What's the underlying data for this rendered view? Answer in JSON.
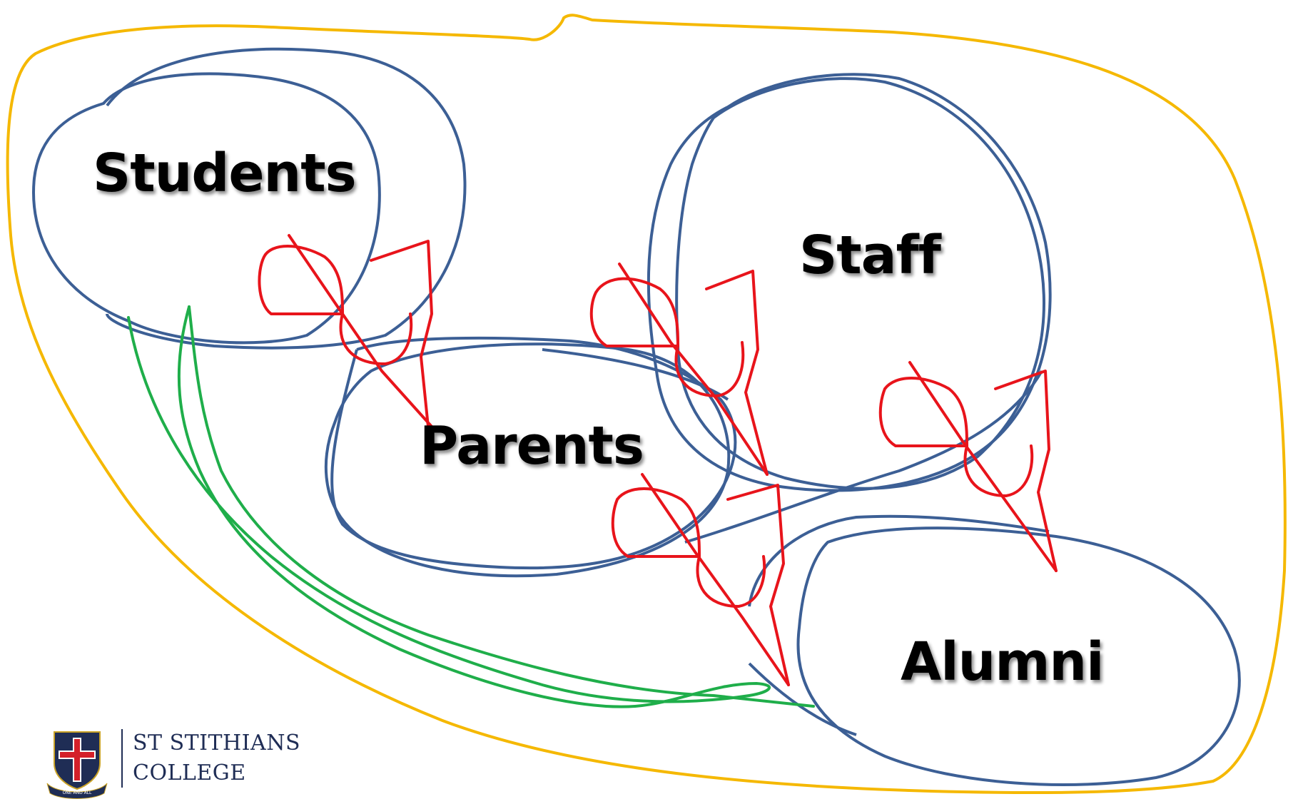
{
  "diagram": {
    "nodes": [
      {
        "id": "students",
        "label": "Students"
      },
      {
        "id": "parents",
        "label": "Parents"
      },
      {
        "id": "staff",
        "label": "Staff"
      },
      {
        "id": "alumni",
        "label": "Alumni"
      }
    ],
    "colors": {
      "outer_boundary": "#f5b800",
      "group_outline": "#3c5f95",
      "link_marks": "#e8141b",
      "connector": "#1fae4a",
      "text": "#000000"
    }
  },
  "logo": {
    "line1": "ST STITHIANS",
    "line2": "COLLEGE",
    "crest_motto": "ONE AND ALL",
    "colors": {
      "navy": "#1f2d55",
      "red": "#d4202a",
      "gold": "#c9a227"
    }
  }
}
